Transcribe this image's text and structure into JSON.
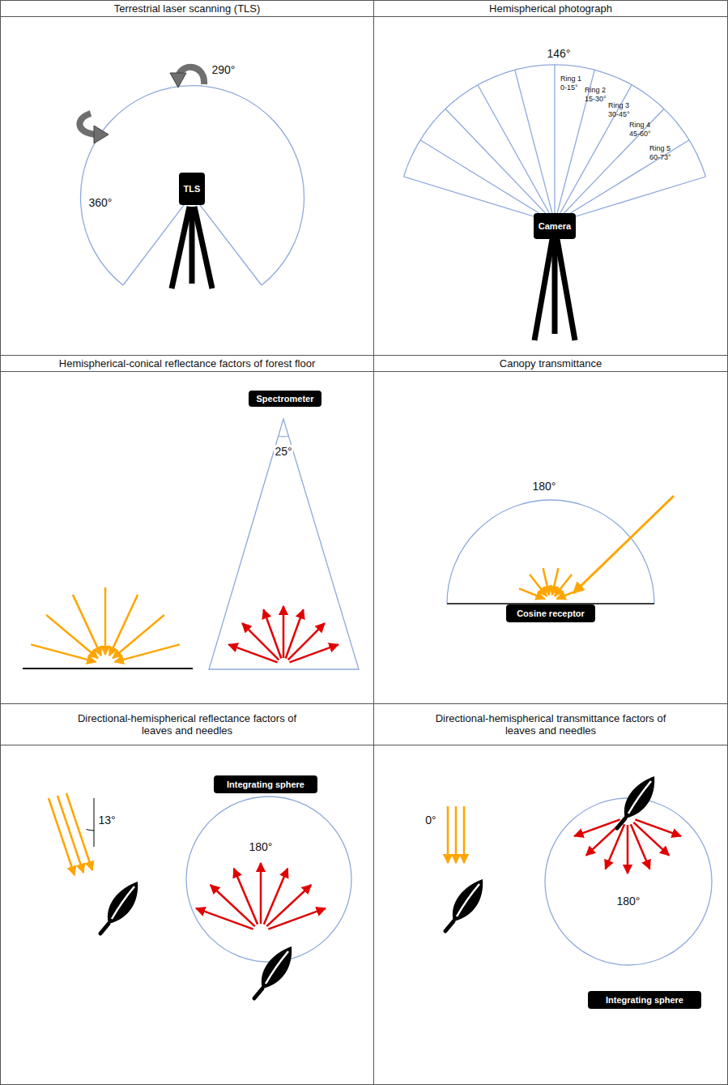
{
  "diagram": {
    "nodes": [
      {
        "text": [
          "Terrestrial laser scanning (TLS)"
        ]
      },
      {
        "text": [
          "TLS"
        ],
        "in": 0
      },
      {
        "text": [
          "Hemispherical photograph"
        ]
      },
      {
        "text": [
          "Camera"
        ],
        "in": 2
      },
      {
        "text": [
          "Hemispherical-conical reflectance factors of forest floor"
        ]
      },
      {
        "text": [
          "Spectrometer"
        ],
        "in": 4
      },
      {
        "text": [
          "Canopy transmittance"
        ]
      },
      {
        "text": [
          "Cosine receptor"
        ],
        "in": 6
      },
      {
        "text": [
          "Directional-hemispherical reflectance factors of leaves and needles"
        ]
      },
      {
        "text": [
          "Integrating sphere"
        ],
        "in": 8
      },
      {
        "text": [
          "Directional-hemispherical transmittance factors of leaves and needles"
        ]
      },
      {
        "text": [
          "Integrating sphere"
        ],
        "in": 10
      }
    ],
    "labels": [
      "290°",
      "360°",
      "146°",
      "Ring 1 0-15°",
      "Ring 2 15-30°",
      "Ring 3 30-45°",
      "Ring 4 45-60°",
      "Ring 5 60-73°",
      "25°",
      "180°",
      "13°",
      "180°",
      "0°",
      "180°"
    ]
  }
}
